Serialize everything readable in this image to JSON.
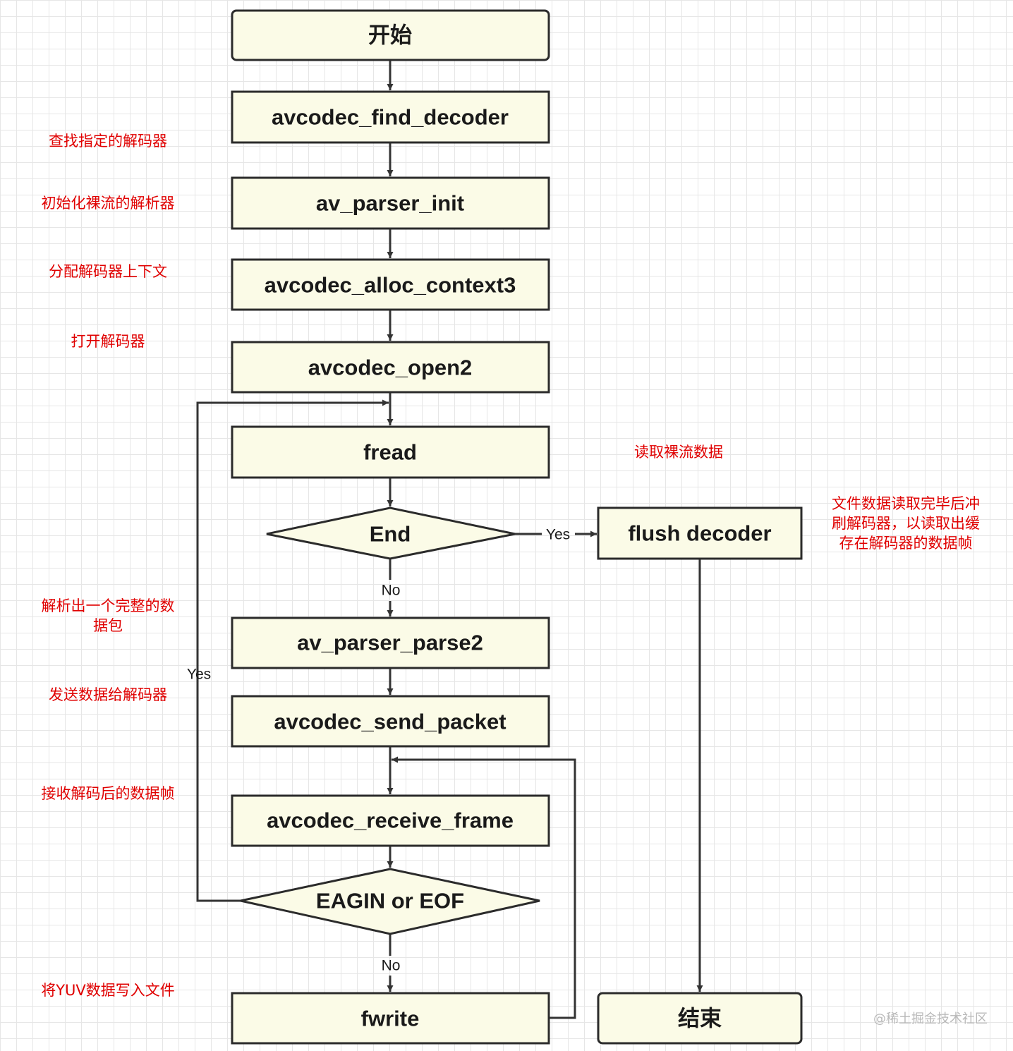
{
  "nodes": {
    "start": "开始",
    "find_decoder": "avcodec_find_decoder",
    "parser_init": "av_parser_init",
    "alloc_context": "avcodec_alloc_context3",
    "open2": "avcodec_open2",
    "fread": "fread",
    "end_decision": "End",
    "flush": "flush decoder",
    "parse2": "av_parser_parse2",
    "send_packet": "avcodec_send_packet",
    "receive_frame": "avcodec_receive_frame",
    "eagain_decision": "EAGIN or EOF",
    "fwrite": "fwrite",
    "finish": "结束"
  },
  "edges": {
    "end_yes": "Yes",
    "end_no": "No",
    "eagain_yes": "Yes",
    "eagain_no": "No"
  },
  "notes": {
    "find_decoder": "查找指定的解码器",
    "parser_init": "初始化裸流的解析器",
    "alloc_context": "分配解码器上下文",
    "open2": "打开解码器",
    "fread": "读取裸流数据",
    "flush": "文件数据读取完毕后冲\n刷解码器，以读取出缓\n存在解码器的数据帧",
    "parse2": "解析出一个完整的数\n据包",
    "send_packet": "发送数据给解码器",
    "receive_frame": "接收解码后的数据帧",
    "fwrite": "将YUV数据写入文件"
  },
  "watermark": "@稀土掘金技术社区",
  "colors": {
    "box_fill": "#fbfbe7",
    "box_stroke": "#2b2b2b",
    "note_text": "#e00000",
    "line": "#333333"
  }
}
